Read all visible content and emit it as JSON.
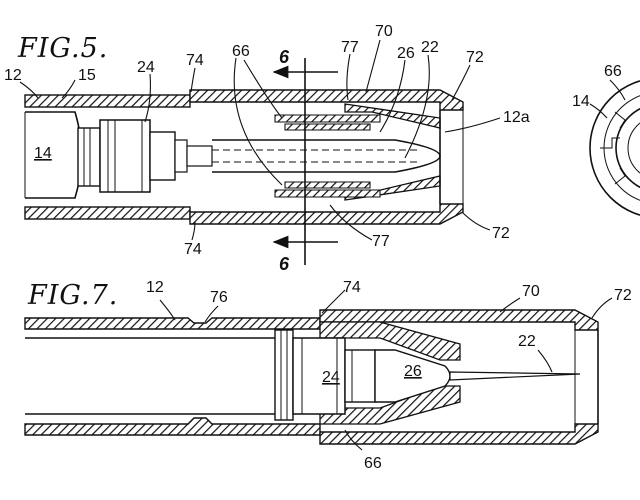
{
  "figures": {
    "fig5": {
      "title": "FIG.5.",
      "labels": {
        "r12": "12",
        "r15": "15",
        "r24": "24",
        "r74_top": "74",
        "r66": "66",
        "r6_top": "6",
        "r77_top": "77",
        "r70": "70",
        "r26": "26",
        "r22": "22",
        "r72_top": "72",
        "r12a": "12a",
        "r14": "14",
        "r74_bot": "74",
        "r6_bot": "6",
        "r77_bot": "77",
        "r72_bot": "72"
      }
    },
    "fig7": {
      "title": "FIG.7.",
      "labels": {
        "r12": "12",
        "r76": "76",
        "r74": "74",
        "r70": "70",
        "r72": "72",
        "r22": "22",
        "r24": "24",
        "r26": "26",
        "r66": "66"
      }
    },
    "fig6_partial": {
      "labels": {
        "r66": "66",
        "r14": "14"
      }
    }
  },
  "colors": {
    "ink": "#111111",
    "paper": "#ffffff"
  }
}
